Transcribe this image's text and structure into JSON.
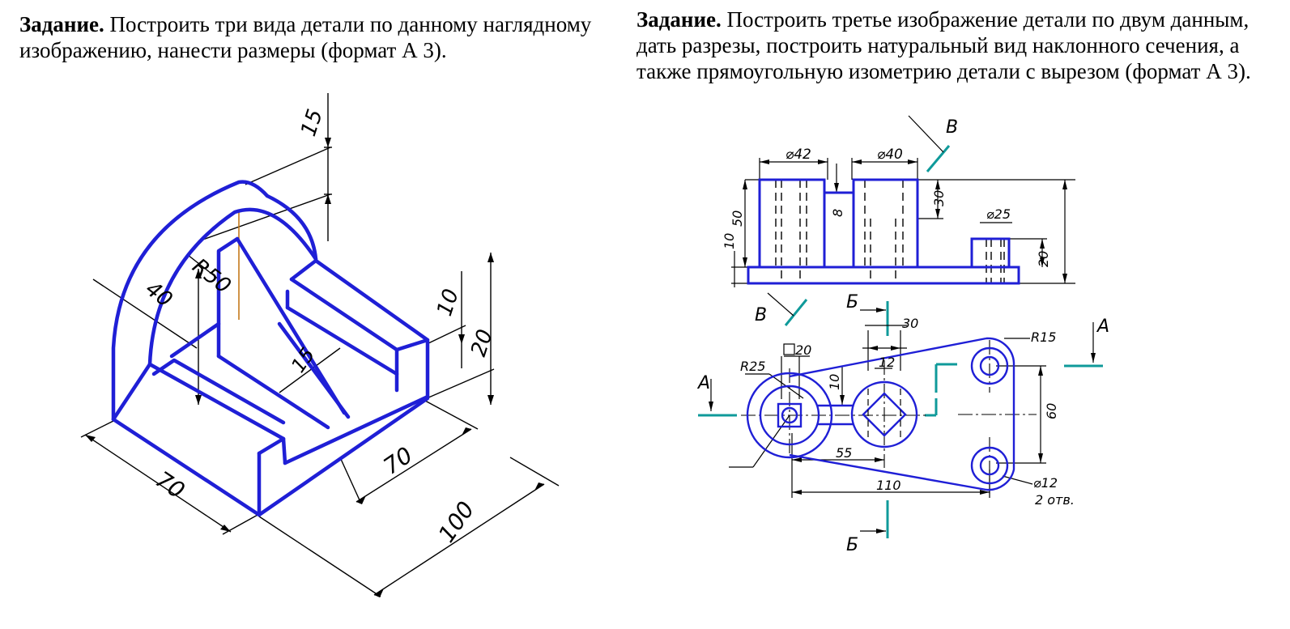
{
  "task_left": {
    "heading": "Задание.",
    "text": " Построить три вида детали по данному наглядному изображению, нанести размеры (формат А 3)."
  },
  "task_right": {
    "heading": "Задание.",
    "text": " Построить третье изображение детали по двум данным, дать разрезы, построить натуральный вид наклонного сечения, а также прямоугольную изометрию детали с вырезом (формат А 3)."
  },
  "iso_dims": {
    "d15": "15",
    "r50": "R50",
    "d40": "40",
    "d10": "10",
    "d20": "20",
    "d15b": "15",
    "d70a": "70",
    "d70b": "70",
    "d100": "100"
  },
  "ortho_dims": {
    "phi42": "⌀42",
    "phi40": "⌀40",
    "d50": "50",
    "d10": "10",
    "d8": "8",
    "d30": "30",
    "phi25": "⌀25",
    "d20": "20",
    "lbl_v_top": "В",
    "lbl_v_bot": "В",
    "lbl_b_top": "Б",
    "lbl_b_bot": "Б",
    "lbl_a_left": "А",
    "lbl_a_right": "А",
    "d30b": "30",
    "r15": "R15",
    "r25": "R25",
    "sq20": "20",
    "d12": "12",
    "d10b": "10",
    "d60": "60",
    "d55": "55",
    "d110": "110",
    "phi12": "⌀12",
    "holes": "2 отв."
  },
  "colors": {
    "contour": "#1f1fd6",
    "section_mark": "#0f9a9a",
    "dimension": "#000000",
    "axis": "#c47a1a"
  }
}
